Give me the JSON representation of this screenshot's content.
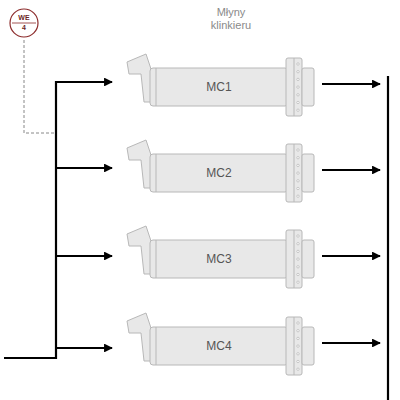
{
  "diagram": {
    "title": "Młyny klinkieru",
    "nodes": [
      {
        "text": [
          "WE",
          "4"
        ]
      },
      {
        "text": [
          "MC1"
        ]
      },
      {
        "text": [
          "MC2"
        ]
      },
      {
        "text": [
          "MC3"
        ]
      },
      {
        "text": [
          "MC4"
        ]
      }
    ]
  }
}
